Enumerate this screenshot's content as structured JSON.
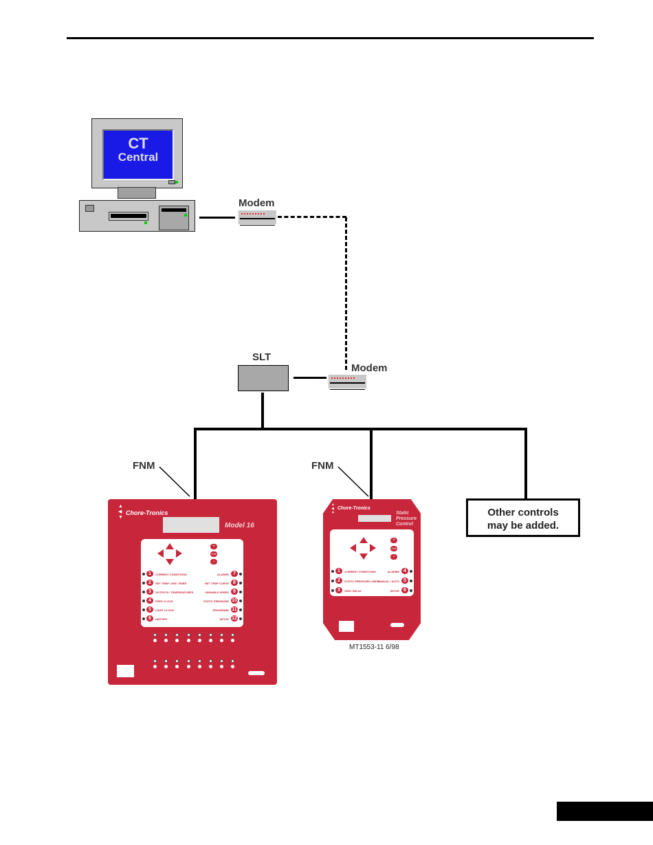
{
  "computer": {
    "screen_line1": "CT",
    "screen_line2": "Central"
  },
  "modem_top": {
    "label": "Modem"
  },
  "slt": {
    "label": "SLT"
  },
  "modem_bottom": {
    "label": "Modem"
  },
  "fnm_left": {
    "label": "FNM"
  },
  "fnm_right": {
    "label": "FNM"
  },
  "model16": {
    "brand": "Chore-Tronics",
    "model": "Model 16",
    "left_keys": [
      {
        "num": "1",
        "label": "CURRENT CONDITIONS"
      },
      {
        "num": "2",
        "label": "SET TEMP / MIN. TIMER"
      },
      {
        "num": "3",
        "label": "OUTPUTS / TEMPERATURES"
      },
      {
        "num": "4",
        "label": "FEED CLOCK"
      },
      {
        "num": "5",
        "label": "LIGHT CLOCK"
      },
      {
        "num": "6",
        "label": "HISTORY"
      }
    ],
    "right_keys": [
      {
        "num": "7",
        "label": "ALARMS"
      },
      {
        "num": "8",
        "label": "SET TEMP CURVE"
      },
      {
        "num": "9",
        "label": "VARIABLE SPEED"
      },
      {
        "num": "10",
        "label": "STATIC PRESSURE"
      },
      {
        "num": "11",
        "label": "PROGRAMS"
      },
      {
        "num": "12",
        "label": "SETUP"
      }
    ],
    "edit_label": "Edit"
  },
  "static_pressure": {
    "brand": "Chore-Tronics",
    "model_line1": "Static",
    "model_line2": "Pressure",
    "model_line3": "Control",
    "left_keys": [
      {
        "num": "1",
        "label": "CURRENT CONDITIONS"
      },
      {
        "num": "2",
        "label": "STATIC PRESSURE LIMITS"
      },
      {
        "num": "3",
        "label": "VENT DELAY"
      }
    ],
    "right_keys": [
      {
        "num": "4",
        "label": "ALARMS"
      },
      {
        "num": "5",
        "label": "MANUAL / AUTO"
      },
      {
        "num": "6",
        "label": "SETUP"
      }
    ],
    "edit_label": "Edit"
  },
  "other_controls": {
    "line1": "Other controls",
    "line2": "may be added."
  },
  "figure_code": "MT1553-11 6/98"
}
